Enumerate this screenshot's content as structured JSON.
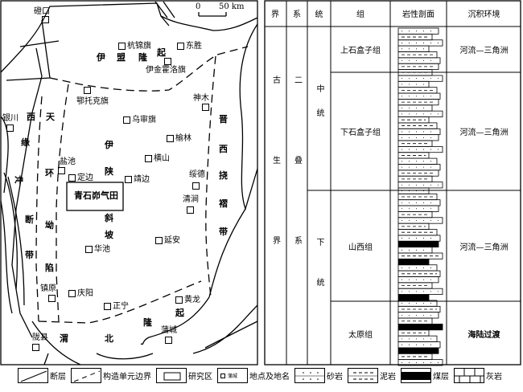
{
  "scale": {
    "zero": "0",
    "label": "50 km"
  },
  "places": [
    {
      "name": "磴口"
    },
    {
      "name": "杭锦旗"
    },
    {
      "name": "东胜"
    },
    {
      "name": "伊金霍洛旗"
    },
    {
      "name": "鄂托克旗"
    },
    {
      "name": "神木"
    },
    {
      "name": "银川"
    },
    {
      "name": "乌审旗"
    },
    {
      "name": "榆林"
    },
    {
      "name": "横山"
    },
    {
      "name": "盐池"
    },
    {
      "name": "定边"
    },
    {
      "name": "靖边"
    },
    {
      "name": "绥德"
    },
    {
      "name": "清涧"
    },
    {
      "name": "延安"
    },
    {
      "name": "华池"
    },
    {
      "name": "镇原"
    },
    {
      "name": "庆阳"
    },
    {
      "name": "正宁"
    },
    {
      "name": "黄龙"
    },
    {
      "name": "蒲城"
    },
    {
      "name": "陇县"
    }
  ],
  "study_area": "青石峁气田",
  "units": {
    "yimeng": [
      "伊",
      "盟",
      "隆",
      "起"
    ],
    "xiyuan": [
      "西",
      "缘",
      "冲",
      "断",
      "带"
    ],
    "tianhuan": [
      "天",
      "环",
      "坳",
      "陷"
    ],
    "yishan": [
      "伊",
      "陕",
      "斜",
      "坡"
    ],
    "jinxi": [
      "晋",
      "西",
      "挠",
      "褶",
      "带"
    ],
    "weibei": [
      "渭",
      "北",
      "隆",
      "起"
    ]
  },
  "table": {
    "headers": [
      "界",
      "系",
      "统",
      "组",
      "岩性剖面",
      "沉积环境"
    ],
    "erathem": "古生界",
    "system": "二叠系",
    "series": [
      {
        "name": "中统"
      },
      {
        "name": "下统"
      }
    ],
    "formations": [
      {
        "name": "上石盒子组",
        "env": "河流—三角洲"
      },
      {
        "name": "下石盒子组",
        "env": "河流—三角洲"
      },
      {
        "name": "山西组",
        "env": "河流—三角洲"
      },
      {
        "name": "太原组",
        "env": "海陆过渡"
      }
    ]
  },
  "legend": {
    "fault": "断层",
    "boundary": "构造单元边界",
    "study": "研究区",
    "place": "地点及地名",
    "place_sample": "蒲城",
    "sandstone": "砂岩",
    "mudstone": "泥岩",
    "coal": "煤层",
    "limestone": "灰岩"
  }
}
